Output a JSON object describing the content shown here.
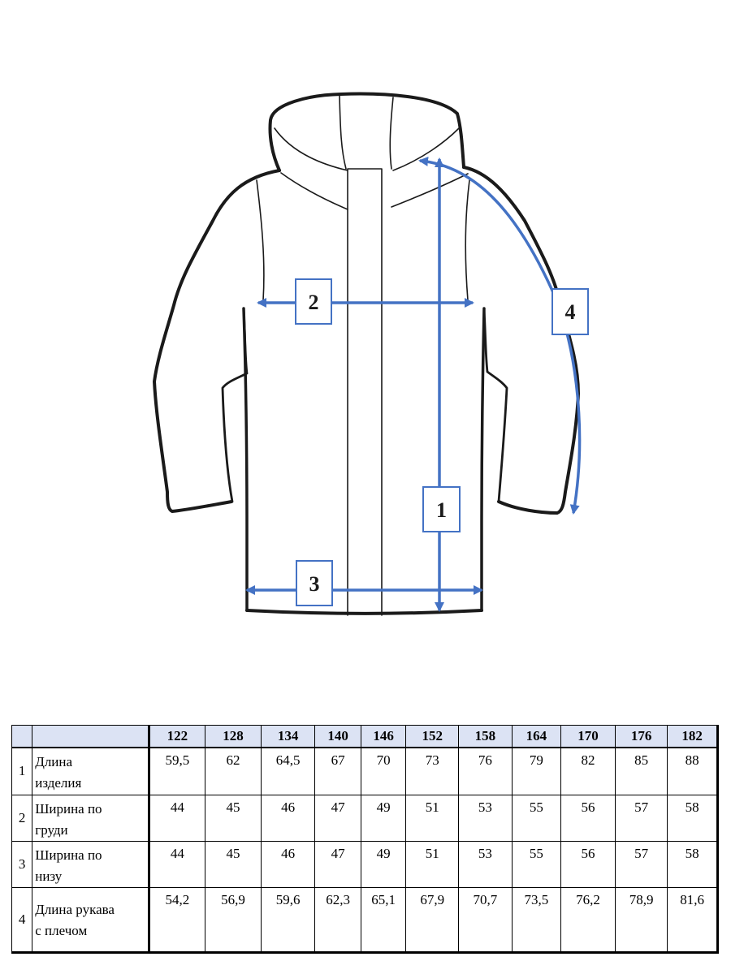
{
  "diagram": {
    "labels": [
      "1",
      "2",
      "3",
      "4"
    ],
    "line_color": "#4472c4",
    "outline_color": "#1a1a1a"
  },
  "table": {
    "header_background": "#dce3f4",
    "sizes": [
      "122",
      "128",
      "134",
      "140",
      "146",
      "152",
      "158",
      "164",
      "170",
      "176",
      "182"
    ],
    "rows": [
      {
        "num": "1",
        "name": [
          "Длина",
          "изделия"
        ],
        "values": [
          "59,5",
          "62",
          "64,5",
          "67",
          "70",
          "73",
          "76",
          "79",
          "82",
          "85",
          "88"
        ]
      },
      {
        "num": "2",
        "name": [
          "Ширина по",
          "груди"
        ],
        "values": [
          "44",
          "45",
          "46",
          "47",
          "49",
          "51",
          "53",
          "55",
          "56",
          "57",
          "58"
        ]
      },
      {
        "num": "3",
        "name": [
          "Ширина по",
          "низу"
        ],
        "values": [
          "44",
          "45",
          "46",
          "47",
          "49",
          "51",
          "53",
          "55",
          "56",
          "57",
          "58"
        ]
      },
      {
        "num": "4",
        "name": [
          "Длина рукава",
          "с плечом"
        ],
        "values": [
          "54,2",
          "56,9",
          "59,6",
          "62,3",
          "65,1",
          "67,9",
          "70,7",
          "73,5",
          "76,2",
          "78,9",
          "81,6"
        ]
      }
    ]
  }
}
